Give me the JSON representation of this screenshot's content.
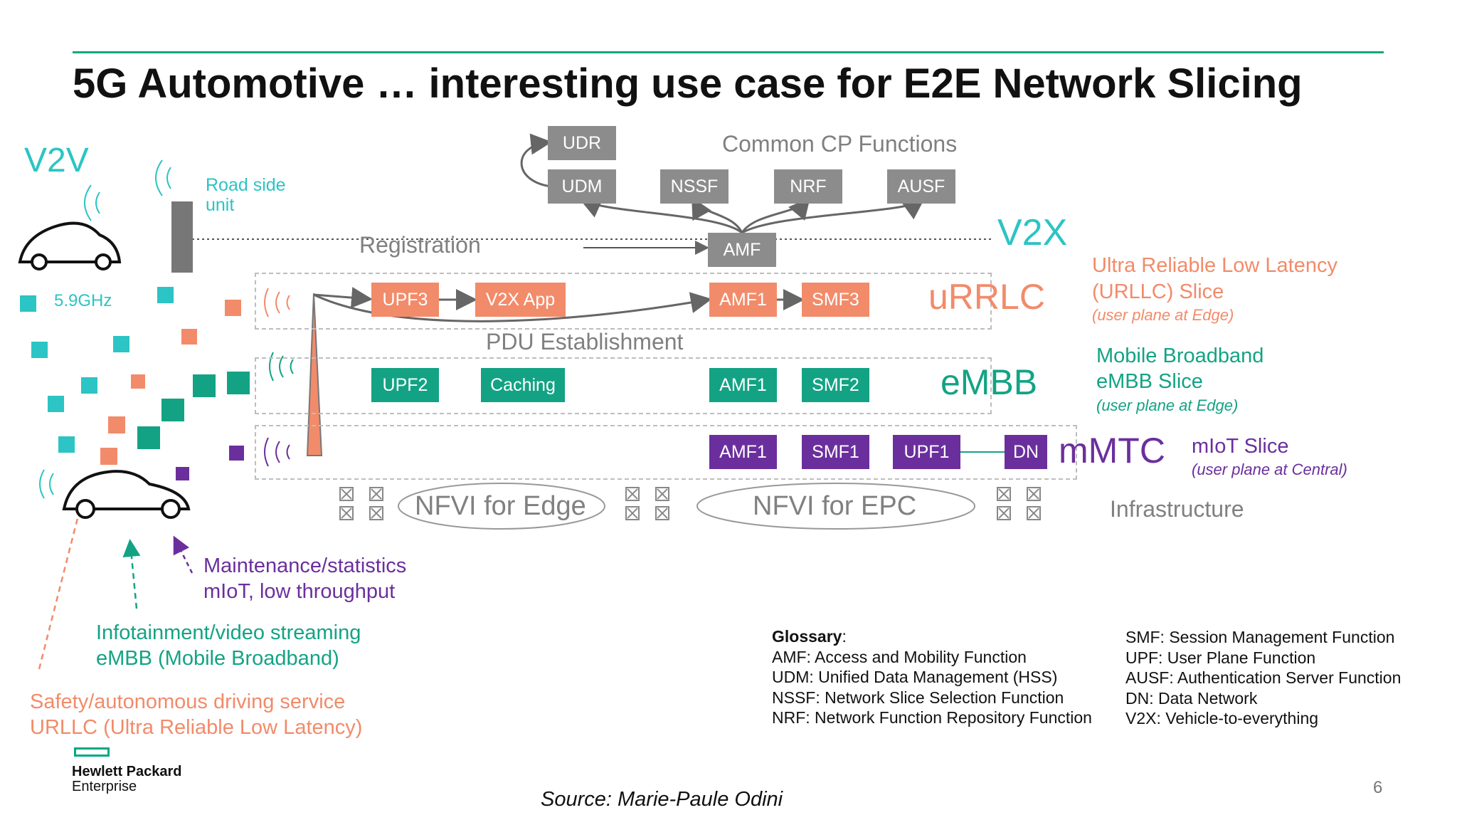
{
  "title": "5G Automotive … interesting use case for E2E Network Slicing",
  "labels": {
    "v2v": "V2V",
    "road_side_unit": "Road side\nunit",
    "freq": "5.9GHz",
    "common_cp": "Common CP Functions",
    "v2x": "V2X",
    "registration": "Registration",
    "pdu": "PDU Establishment",
    "nfvi_edge": "NFVI for Edge",
    "nfvi_epc": "NFVI for EPC",
    "infrastructure": "Infrastructure"
  },
  "cp_functions": [
    "UDR",
    "UDM",
    "NSSF",
    "NRF",
    "AUSF",
    "AMF"
  ],
  "slices": {
    "urllc": {
      "name": "uRRLC",
      "functions": [
        "UPF3",
        "V2X App",
        "AMF1",
        "SMF3"
      ],
      "desc1": "Ultra Reliable Low Latency",
      "desc2": "(URLLC) Slice",
      "note": "(user plane at Edge)"
    },
    "embb": {
      "name": "eMBB",
      "functions": [
        "UPF2",
        "Caching",
        "AMF1",
        "SMF2"
      ],
      "desc1": "Mobile Broadband",
      "desc2": "eMBB Slice",
      "note": "(user plane at Edge)"
    },
    "mmtc": {
      "name": "mMTC",
      "functions": [
        "AMF1",
        "SMF1",
        "UPF1",
        "DN"
      ],
      "desc1": "mIoT Slice",
      "note": "(user plane at Central)"
    }
  },
  "services": {
    "maint1": "Maintenance/statistics",
    "maint2": "mIoT, low throughput",
    "info1": "Infotainment/video streaming",
    "info2": "eMBB (Mobile Broadband)",
    "safety1": "Safety/autonomous driving service",
    "safety2": "URLLC (Ultra Reliable Low Latency)"
  },
  "glossary": {
    "heading": "Glossary",
    "colon": ":",
    "left": [
      "AMF: Access and Mobility Function",
      "UDM: Unified Data Management (HSS)",
      "NSSF: Network Slice Selection Function",
      "NRF: Network Function Repository Function"
    ],
    "right": [
      "SMF: Session Management Function",
      "UPF: User Plane Function",
      "AUSF: Authentication Server Function",
      "DN: Data Network",
      "V2X: Vehicle-to-everything"
    ]
  },
  "logo": {
    "line1": "Hewlett Packard",
    "line2": "Enterprise"
  },
  "source": "Source: Marie-Paule Odini",
  "page_number": "6",
  "colors": {
    "teal": "#2cc4c4",
    "orange": "#f28b6a",
    "green": "#13a384",
    "purple": "#6b2f9d",
    "gray": "#8c8c8c",
    "accent_line": "#01a982"
  }
}
